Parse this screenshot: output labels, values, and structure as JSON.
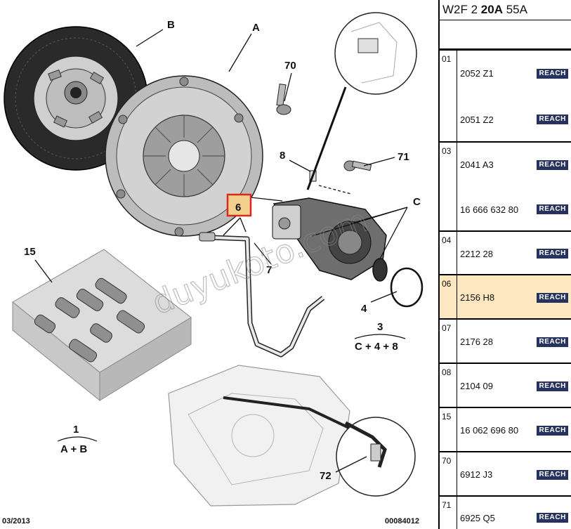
{
  "diagram": {
    "callouts": {
      "a": "A",
      "b": "B",
      "c": "C",
      "n70": "70",
      "n8": "8",
      "n71": "71",
      "n6": "6",
      "n7": "7",
      "n15": "15",
      "n4": "4",
      "n3": "3",
      "c48": "C + 4 + 8",
      "n1": "1",
      "ab": "A + B",
      "n72": "72"
    },
    "footer": {
      "date": "03/2013",
      "ref": "00084012"
    },
    "watermark": "duyukoto.com",
    "colors": {
      "highlight": "#d9281e",
      "highlight_fill": "#f4d08e"
    }
  },
  "parts_panel": {
    "header": {
      "prefix": "W2F 2 ",
      "bold": "20A",
      "suffix": " 55A"
    },
    "badge_label": "REACH",
    "groups": [
      {
        "code": "01",
        "refs": [
          "2052 Z1",
          "2051 Z2"
        ]
      },
      {
        "code": "03",
        "refs": [
          "2041 A3",
          "16 666 632 80"
        ]
      },
      {
        "code": "04",
        "refs": [
          "2212 28"
        ]
      },
      {
        "code": "06",
        "refs": [
          "2156 H8"
        ]
      },
      {
        "code": "07",
        "refs": [
          "2176 28"
        ]
      },
      {
        "code": "08",
        "refs": [
          "2104 09"
        ]
      },
      {
        "code": "15",
        "refs": [
          "16 062 696 80"
        ]
      },
      {
        "code": "70",
        "refs": [
          "6912 J3"
        ]
      },
      {
        "code": "71",
        "refs": [
          "6925 Q5"
        ]
      }
    ],
    "colors": {
      "selected_row": "#fde7c0",
      "badge": "#27335f"
    }
  }
}
